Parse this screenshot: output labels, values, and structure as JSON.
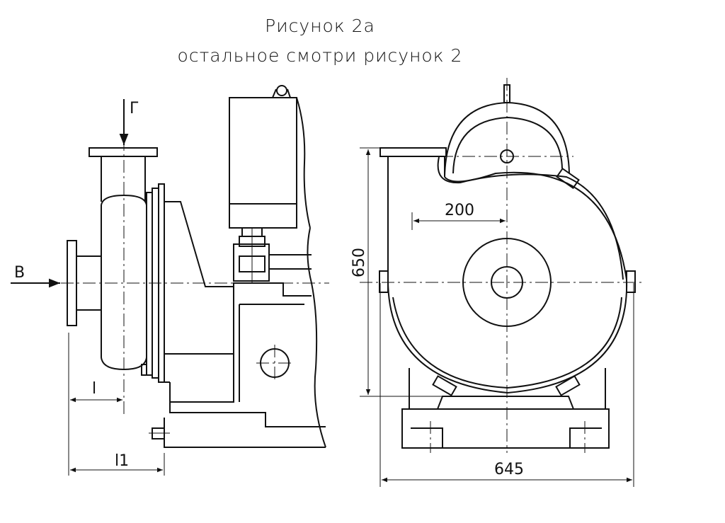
{
  "titles": {
    "line1": "Рисунок 2а",
    "line2": "остальное смотри рисунок 2"
  },
  "side_view": {
    "flow_in_label": "В",
    "flow_out_label": "Г",
    "dim_l_label": "l",
    "dim_l1_label": "l1"
  },
  "front_view": {
    "dim_height_label": "650",
    "dim_width_label": "645",
    "dim_offset_label": "200"
  },
  "colors": {
    "ink": "#111111",
    "paper": "#ffffff"
  }
}
